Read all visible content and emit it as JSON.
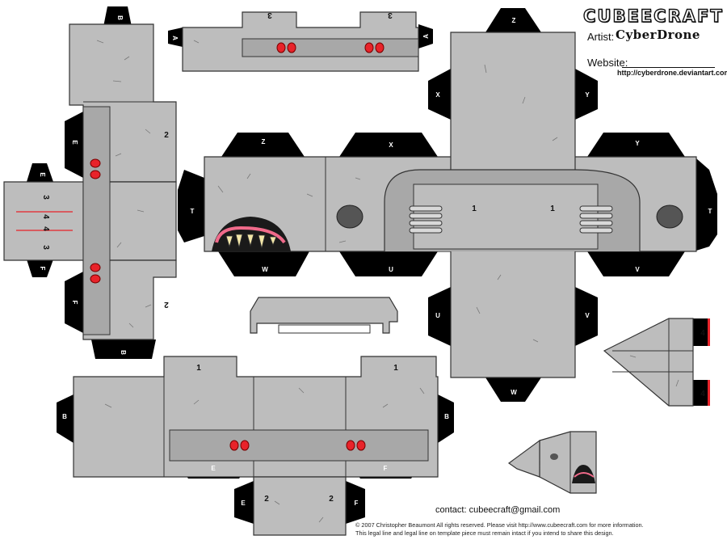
{
  "header": {
    "logo": "CUBEECRAFT",
    "artist_label": "Artist:",
    "artist_name": "CyberDrone",
    "website_label": "Website:",
    "website_url": "http://cyberdrone.deviantart.com/"
  },
  "footer": {
    "contact": "contact: cubeecraft@gmail.com",
    "legal_line_1": "© 2007 Christopher Beaumont All rights reserved. Please visit http://www.cubeecraft.com for more information.",
    "legal_line_2": "This legal line and legal line on template piece must remain intact if you intend to share this design."
  },
  "glue_tabs": {
    "A": "A",
    "B": "B",
    "E": "E",
    "F": "F",
    "T": "T",
    "U": "U",
    "V": "V",
    "W": "W",
    "X": "X",
    "Y": "Y",
    "Z": "Z"
  },
  "panel_numbers": {
    "one": "1",
    "two": "2",
    "three": "3",
    "four": "4"
  },
  "colors": {
    "panel_gray": "#bdbdbd",
    "tab_black": "#000000",
    "outline": "#333333",
    "eye_red": "#e8232a",
    "mouth_pink": "#f06a8a"
  }
}
